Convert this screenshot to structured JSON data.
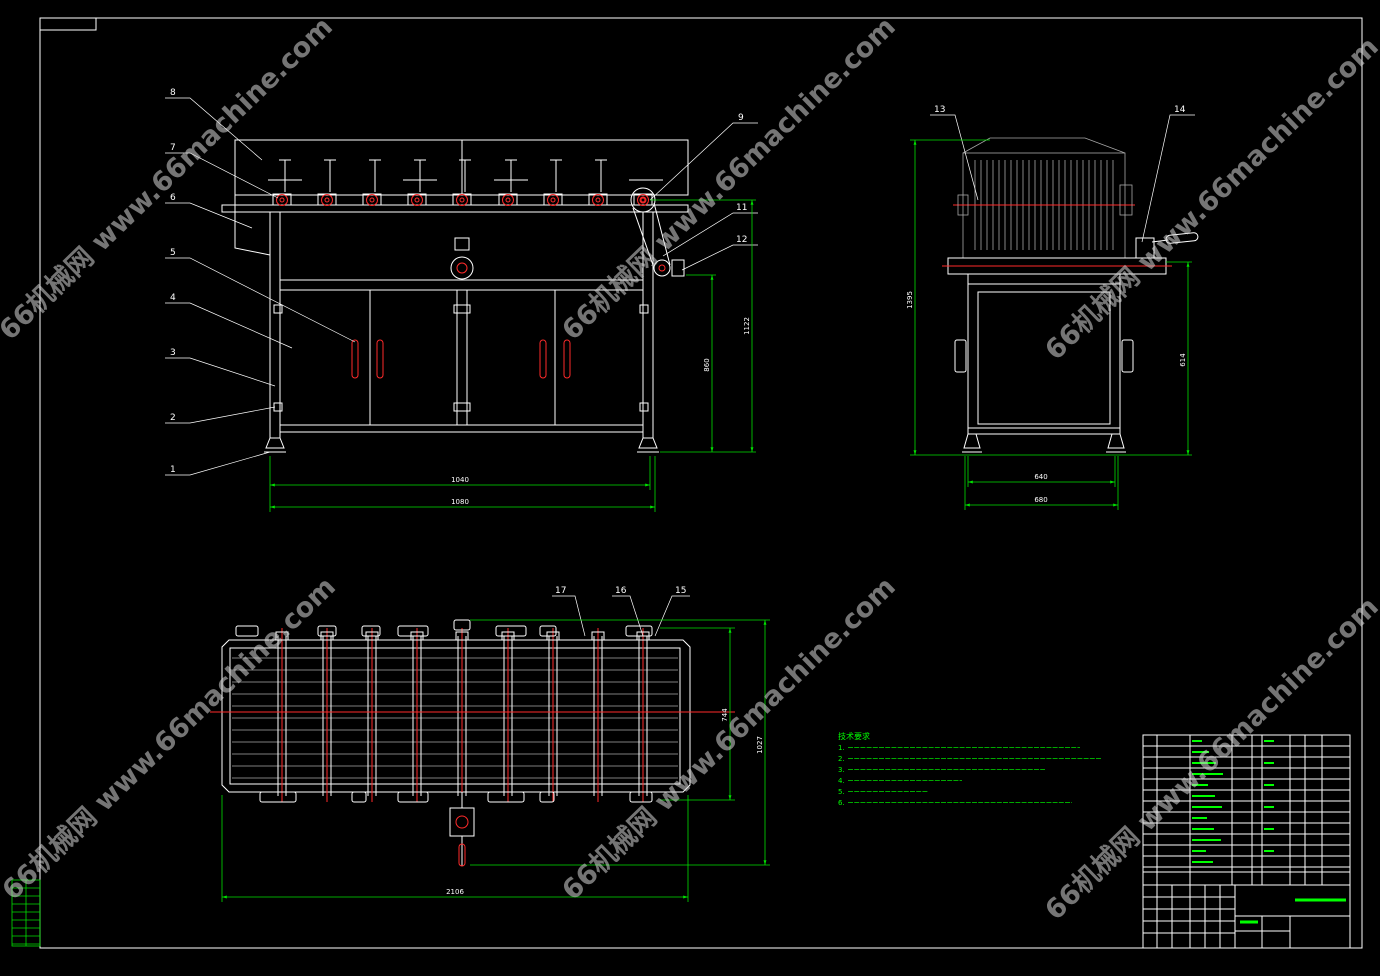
{
  "drawing": {
    "watermark": "66机械网 www.66machine.com",
    "colors": {
      "background": "#000000",
      "outline": "#ffffff",
      "centerline": "#ff2a2a",
      "dimension": "#00e000",
      "notes": "#00ff00"
    },
    "front_view": {
      "labels": [
        "1",
        "2",
        "3",
        "4",
        "5",
        "6",
        "7",
        "8",
        "9",
        "11",
        "12"
      ],
      "dimensions": [
        "1040",
        "1080",
        "860",
        "1122"
      ]
    },
    "side_view": {
      "labels": [
        "13",
        "14"
      ],
      "dimensions": [
        "1395",
        "614",
        "640",
        "680"
      ]
    },
    "top_view": {
      "labels": [
        "15",
        "16",
        "17"
      ],
      "dimensions": [
        "2106",
        "744",
        "1027"
      ]
    },
    "notes": {
      "heading": "技术要求",
      "items": [
        "1.",
        "2.",
        "3.",
        "4.",
        "5.",
        "6."
      ]
    }
  }
}
